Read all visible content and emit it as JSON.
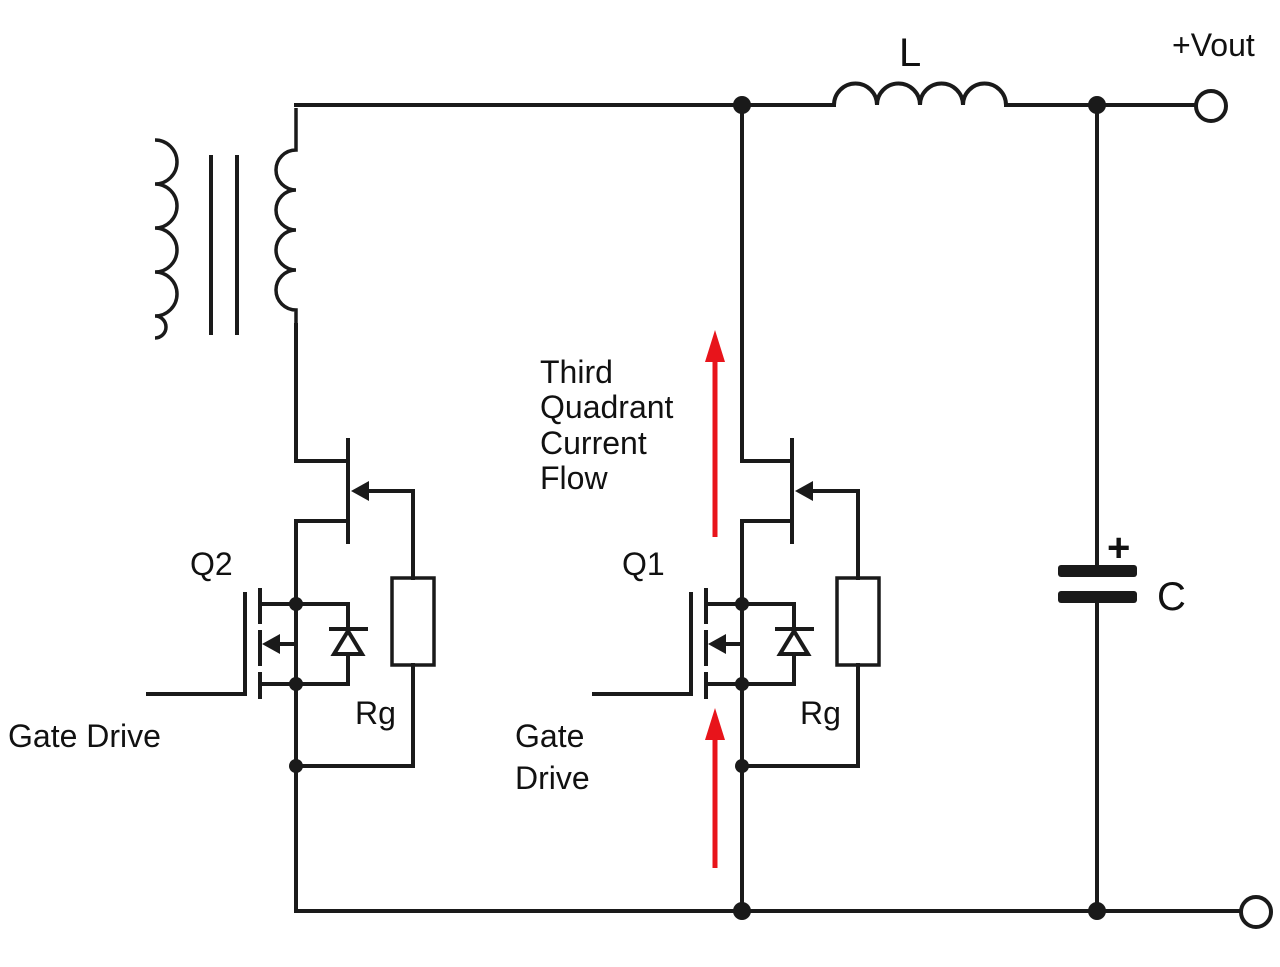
{
  "labels": {
    "inductor": "L",
    "vout": "+Vout",
    "capacitor": "C",
    "cap_polarity": "+",
    "q2": "Q2",
    "q1": "Q1",
    "rg_left": "Rg",
    "rg_right": "Rg",
    "gate_drive_left": "Gate Drive",
    "gate_drive_right_line1": "Gate",
    "gate_drive_right_line2": "Drive",
    "current_flow_line1": "Third",
    "current_flow_line2": "Quadrant",
    "current_flow_line3": "Current",
    "current_flow_line4": "Flow"
  },
  "colors": {
    "wire": "#1a1a1a",
    "current_arrow": "#e8141b"
  }
}
